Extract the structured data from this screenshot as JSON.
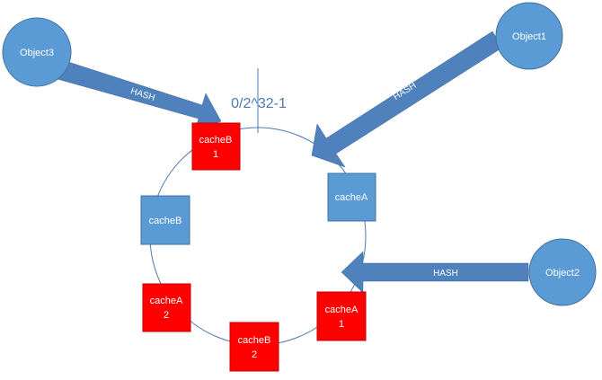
{
  "colors": {
    "blue_fill": "#5b9bd5",
    "blue_stroke": "#41719c",
    "red_fill": "#ff0000",
    "red_stroke": "#c00000",
    "arrow": "#4f81bd",
    "ring": "#4a7ab0",
    "label": "#4a7ab0"
  },
  "ring": {
    "label": "0/2^32-1"
  },
  "objects": [
    {
      "id": "object3",
      "label": "Object3"
    },
    {
      "id": "object1",
      "label": "Object1"
    },
    {
      "id": "object2",
      "label": "Object2"
    }
  ],
  "caches": [
    {
      "id": "cacheb-1",
      "line1": "cacheB",
      "line2": "1",
      "color": "red"
    },
    {
      "id": "cachea",
      "line1": "cacheA",
      "line2": "",
      "color": "blue"
    },
    {
      "id": "cacheb",
      "line1": "cacheB",
      "line2": "",
      "color": "blue"
    },
    {
      "id": "cachea-2",
      "line1": "cacheA",
      "line2": "2",
      "color": "red"
    },
    {
      "id": "cacheb-2",
      "line1": "cacheB",
      "line2": "2",
      "color": "red"
    },
    {
      "id": "cachea-1",
      "line1": "cacheA",
      "line2": "1",
      "color": "red"
    }
  ],
  "arrows": [
    {
      "id": "object3-hash",
      "label": "HASH"
    },
    {
      "id": "object1-hash",
      "label": "HASH"
    },
    {
      "id": "object2-hash",
      "label": "HASH"
    }
  ]
}
